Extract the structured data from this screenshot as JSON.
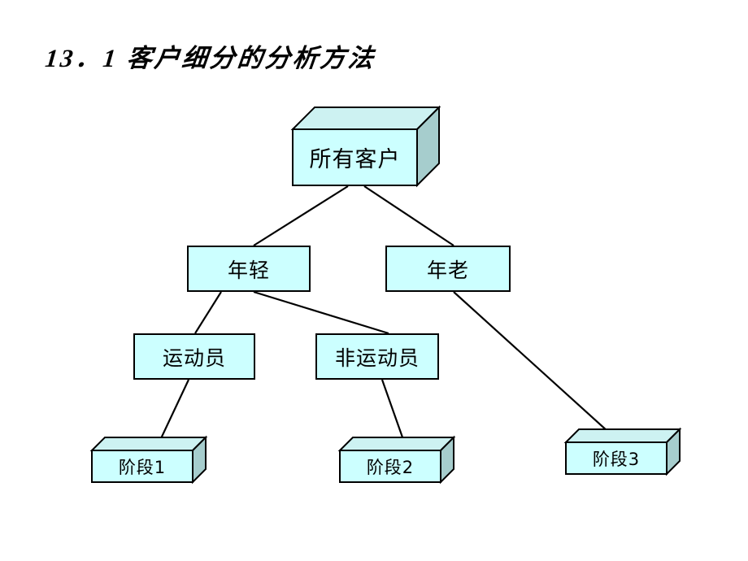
{
  "slide": {
    "title": "13．1  客户细分的分析方法",
    "background_color": "#ffffff"
  },
  "palette": {
    "node_fill": "#ccffff",
    "node_top_fill": "#cdf2f2",
    "node_side_fill": "#a6cdcd",
    "node_border": "#000000",
    "connector": "#000000",
    "text": "#000000"
  },
  "diagram": {
    "type": "tree",
    "nodes": [
      {
        "id": "root",
        "label": "所有客户",
        "shape": "cube",
        "row": 1
      },
      {
        "id": "young",
        "label": "年轻",
        "shape": "rect",
        "row": 2
      },
      {
        "id": "old",
        "label": "年老",
        "shape": "rect",
        "row": 2
      },
      {
        "id": "athlete",
        "label": "运动员",
        "shape": "rect",
        "row": 3
      },
      {
        "id": "nonathlete",
        "label": "非运动员",
        "shape": "rect",
        "row": 3
      },
      {
        "id": "stage1",
        "label": "阶段1",
        "shape": "cube",
        "row": 4
      },
      {
        "id": "stage2",
        "label": "阶段2",
        "shape": "cube",
        "row": 4
      },
      {
        "id": "stage3",
        "label": "阶段3",
        "shape": "cube",
        "row": 4
      }
    ],
    "edges": [
      {
        "from": "root",
        "to": "young"
      },
      {
        "from": "root",
        "to": "old"
      },
      {
        "from": "young",
        "to": "athlete"
      },
      {
        "from": "young",
        "to": "nonathlete"
      },
      {
        "from": "athlete",
        "to": "stage1"
      },
      {
        "from": "nonathlete",
        "to": "stage2"
      },
      {
        "from": "old",
        "to": "stage3"
      }
    ],
    "stage_labels": {
      "stage1_prefix": "阶段",
      "stage1_num": "1",
      "stage2_prefix": "阶段",
      "stage2_num": "2",
      "stage3_prefix": "阶段",
      "stage3_num": "3"
    }
  }
}
